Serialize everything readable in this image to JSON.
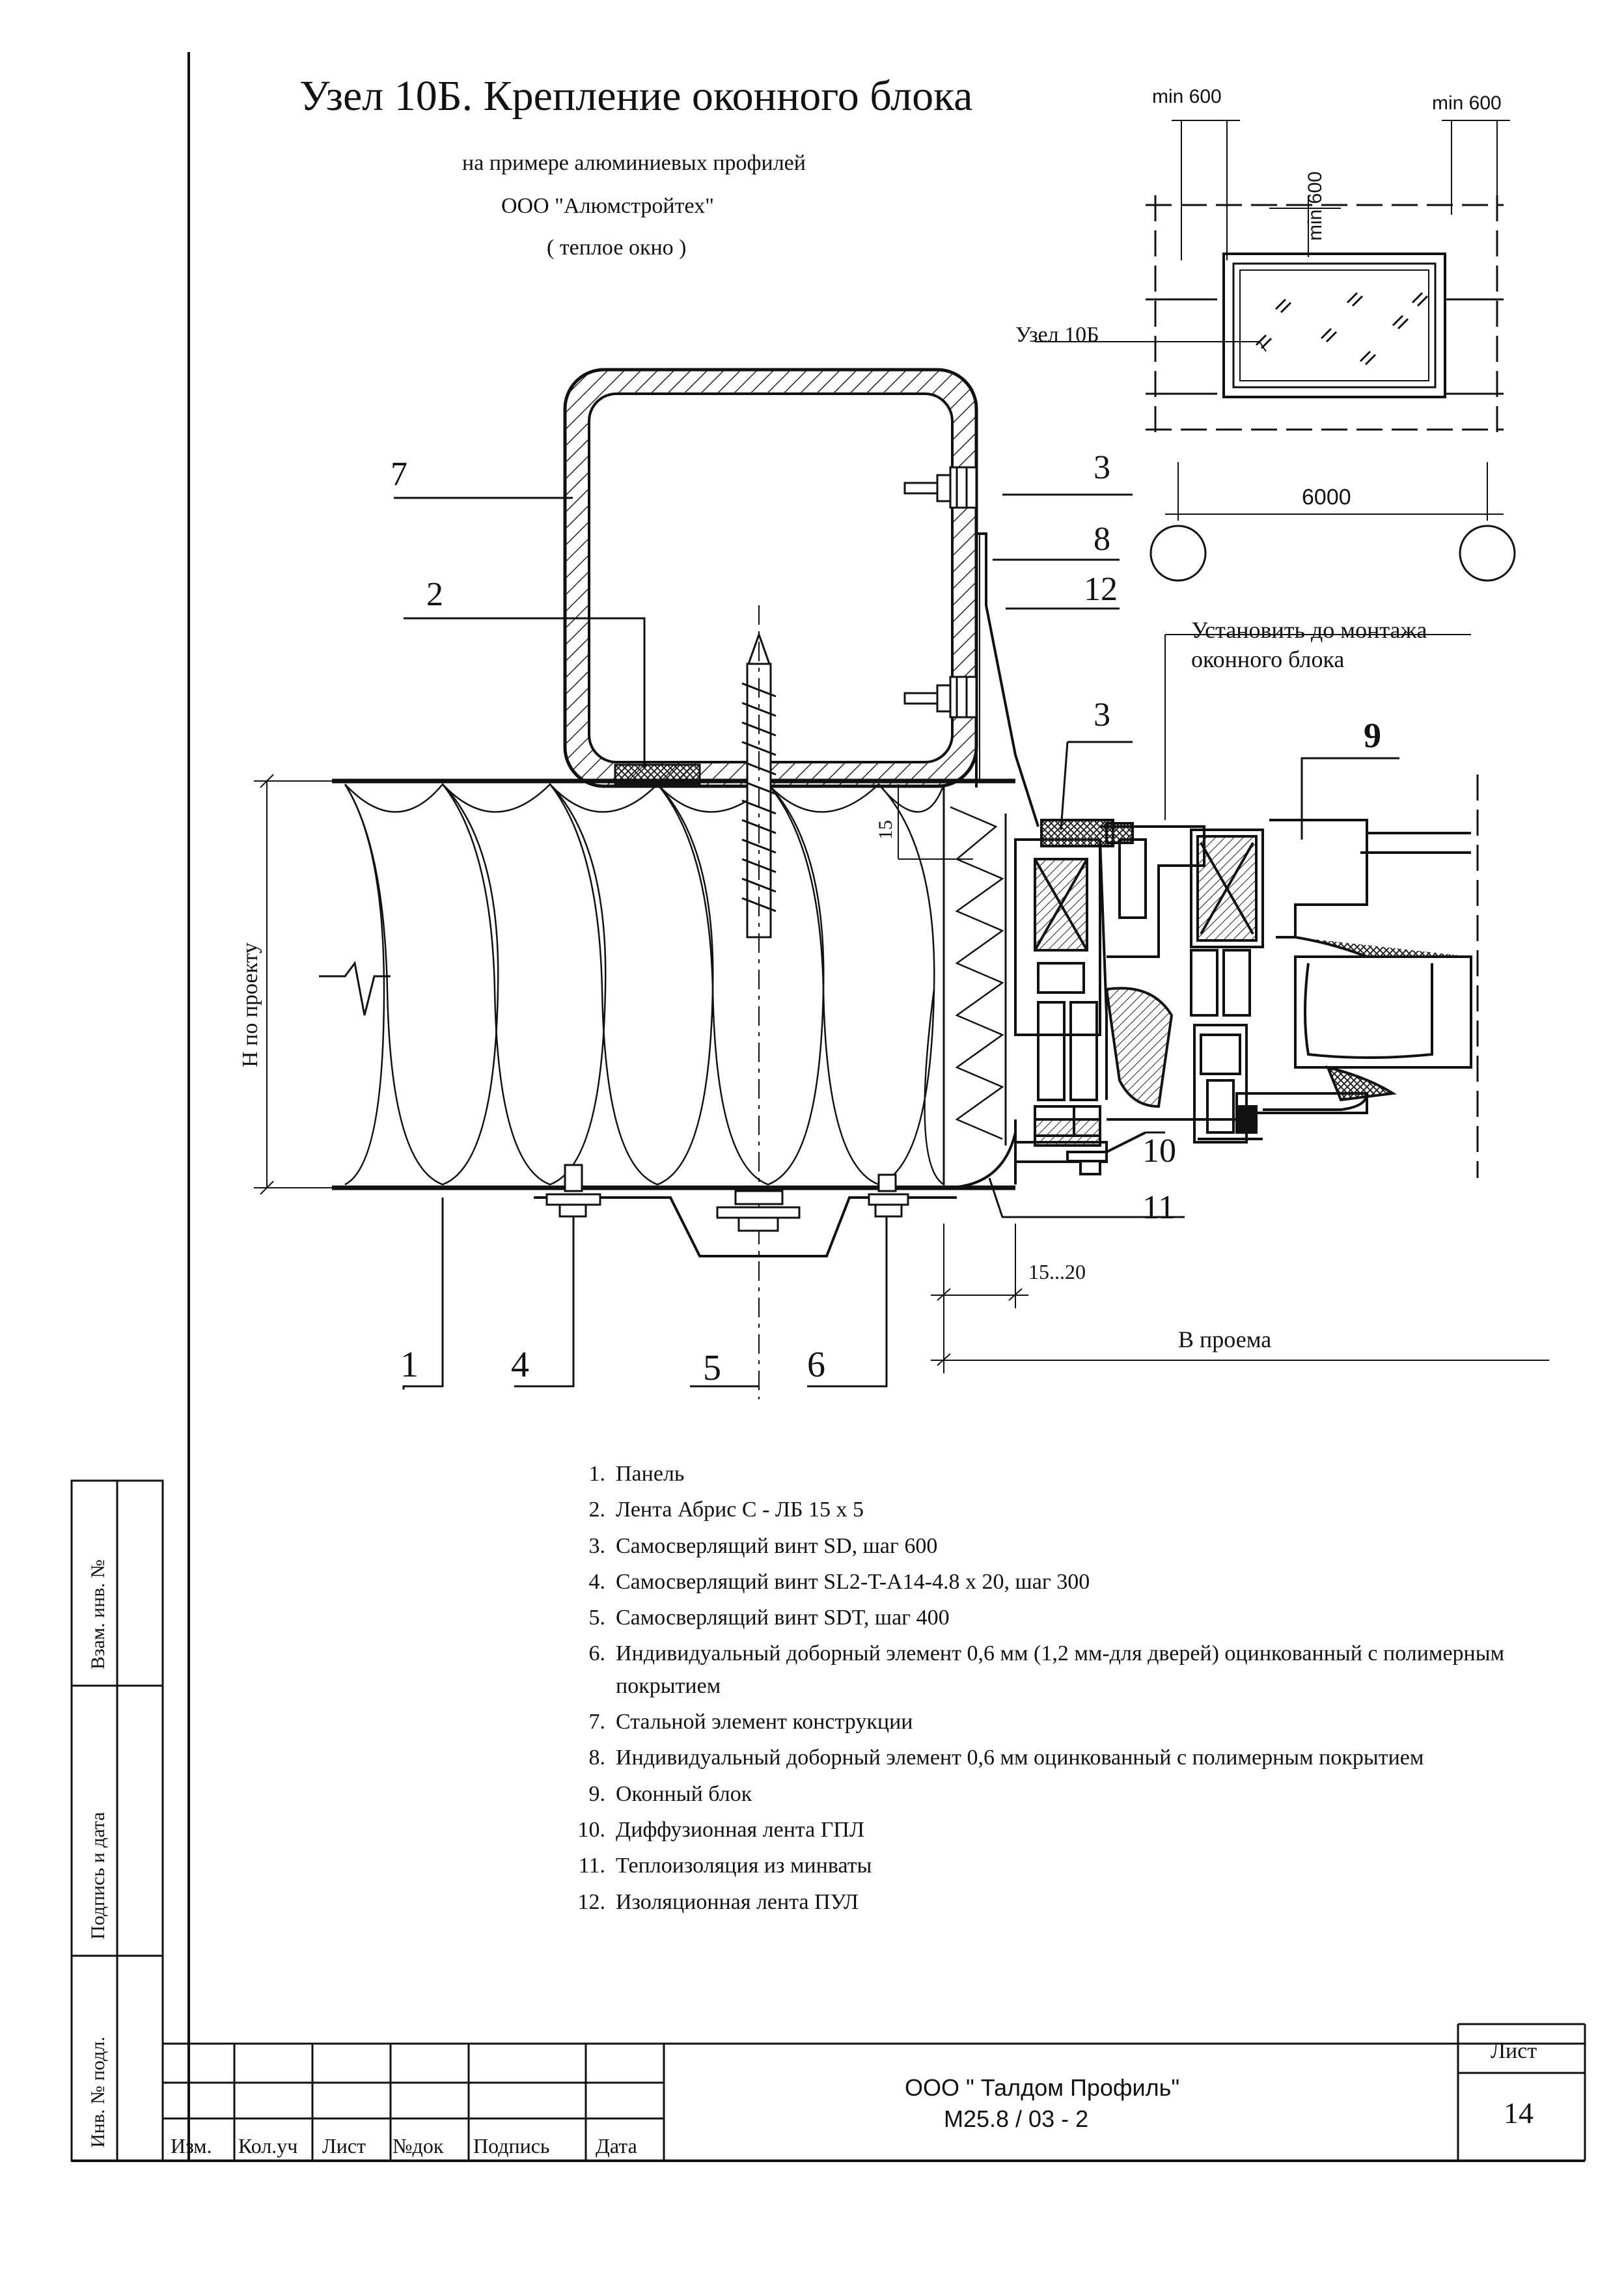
{
  "title": {
    "main": "Узел 10Б. Крепление оконного блока",
    "line1": "на примере алюминиевых профилей",
    "line2": "ООО \"Алюмстройтех\"",
    "line3": "( теплое окно )"
  },
  "inset": {
    "dim_top_left": "min 600",
    "dim_top_right": "min 600",
    "dim_vertical": "min 600",
    "node_label": "Узел 10Б",
    "span": "6000"
  },
  "callouts": {
    "c7": "7",
    "c2": "2",
    "c3a": "3",
    "c8": "8",
    "c12": "12",
    "c3b": "3",
    "c9": "9",
    "c10": "10",
    "c11": "11",
    "c1": "1",
    "c4": "4",
    "c5": "5",
    "c6": "6",
    "install_note_1": "Установить до монтажа",
    "install_note_2": "оконного блока",
    "dim_15": "15",
    "dim_15_20": "15...20",
    "height_label": "Н по проекту",
    "opening_label": "В проема"
  },
  "legend": [
    {
      "num": "1.",
      "text": "Панель"
    },
    {
      "num": "2.",
      "text": "Лента Абрис С - ЛБ 15 х 5"
    },
    {
      "num": "3.",
      "text": "Самосверлящий винт SD, шаг 600"
    },
    {
      "num": "4.",
      "text": "Самосверлящий винт SL2-T-A14-4.8 x 20, шаг 300"
    },
    {
      "num": "5.",
      "text": "Самосверлящий винт SDT, шаг 400"
    },
    {
      "num": "6.",
      "text": "Индивидуальный доборный элемент 0,6 мм (1,2 мм-для дверей) оцинкованный с полимерным покрытием"
    },
    {
      "num": "7.",
      "text": "Стальной элемент конструкции"
    },
    {
      "num": "8.",
      "text": "Индивидуальный доборный элемент 0,6 мм оцинкованный с полимерным покрытием"
    },
    {
      "num": "9.",
      "text": "Оконный блок"
    },
    {
      "num": "10.",
      "text": "Диффузионная лента ГПЛ"
    },
    {
      "num": "11.",
      "text": "Теплоизоляция из минваты"
    },
    {
      "num": "12.",
      "text": "Изоляционная лента ПУЛ"
    }
  ],
  "side_stamp": {
    "vzam": "Взам. инв. №",
    "podpis": "Подпись и дата",
    "inv": "Инв. № подл."
  },
  "title_block": {
    "col_izm": "Изм.",
    "col_koluch": "Кол.уч",
    "col_list": "Лист",
    "col_ndok": "№док",
    "col_podpis": "Подпись",
    "col_data": "Дата",
    "company": "ООО \" Талдом Профиль\"",
    "doc_code": "М25.8 / 03 - 2",
    "sheet_label": "Лист",
    "sheet_number": "14"
  }
}
